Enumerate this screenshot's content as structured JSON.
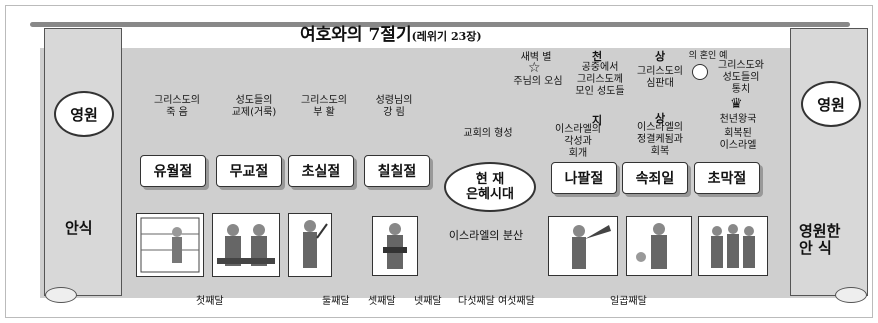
{
  "title": {
    "main": "여호와의 7절기",
    "ref": "(레위기 23장)"
  },
  "left_scroll": {
    "oval": "영원",
    "bottom": "안식"
  },
  "right_scroll": {
    "oval": "영원",
    "bottom_line1": "영원한",
    "bottom_line2": "안 식"
  },
  "top_labels": [
    "그리스도의\n죽    음",
    "성도들의\n교제(거룩)",
    "그리스도의\n부    활",
    "성령님의\n강    림"
  ],
  "feasts": [
    "유월절",
    "무교절",
    "초실절",
    "칠칠절",
    "나팔절",
    "속죄일",
    "초막절"
  ],
  "present_era": {
    "line1": "현  재",
    "line2": "은혜시대"
  },
  "church": "교회의 형성",
  "israel_scatter": "이스라엘의 분산",
  "upper_right": {
    "star_top": "새벽  별",
    "star_bottom": "주님의 오심",
    "cheon": "천",
    "cheon_text": "공중에서\n그리스도께\n모인 성도들",
    "sang1": "상",
    "sang1_text": "그리스도의\n심판대",
    "wedding": "의 혼인 예",
    "wedding_text": "그리스도와\n성도들의\n통치",
    "king": "천년왕국",
    "restored": "회복된\n이스라엘"
  },
  "mid_right": {
    "ji": "지",
    "ji_text": "이스라엘의\n각성과\n회개",
    "sang2": "상",
    "sang2_text": "이스라엘의\n정결케됨과\n회복"
  },
  "months": {
    "m1": "첫째달",
    "m2": "둘째달",
    "m3": "셋째달",
    "m4": "넷째달",
    "m56": "다섯째달  여섯째달",
    "m7": "일곱째달"
  }
}
